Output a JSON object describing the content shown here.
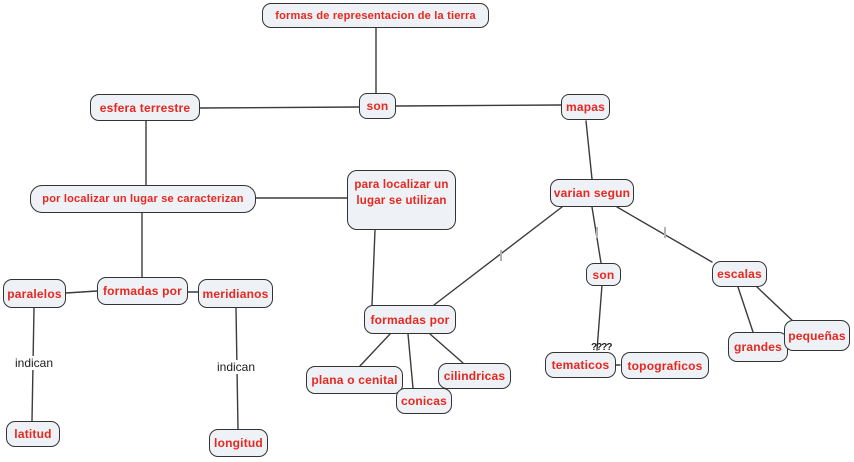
{
  "app": {
    "type": "concept-map"
  },
  "colors": {
    "node_fill": "#eef1f5",
    "node_border": "#333333",
    "node_text": "#e8271f",
    "edge_line": "#3b3b3b",
    "edge_tick": "#b3b3b3",
    "link_label_text": "#1c1c1c",
    "background": "#ffffff"
  },
  "nodes": {
    "title": "formas de representacion de la tierra",
    "esfera_terrestre": "esfera terrestre",
    "son_left": "son",
    "mapas": "mapas",
    "por_localizar": "por localizar un lugar se caracterizan",
    "para_localizar_line1": "para localizar un",
    "para_localizar_line2": "lugar se utilizan",
    "varian_segun": "varian segun",
    "paralelos": "paralelos",
    "formadas_por_izq": "formadas por",
    "meridianos": "meridianos",
    "latitud": "latitud",
    "longitud": "longitud",
    "formadas_por_centro": "formadas por",
    "plana_o_cenital": "plana o cenital",
    "conicas": "conicas",
    "cilindricas": "cilindricas",
    "son_centro": "son",
    "tematicos": "tematicos",
    "topograficos": "topograficos",
    "escalas": "escalas",
    "grandes": "grandes",
    "pequenas": "pequeñas"
  },
  "linking_labels": {
    "indican_paralelos": "indican",
    "indican_meridianos": "indican",
    "placeholder": "????"
  }
}
